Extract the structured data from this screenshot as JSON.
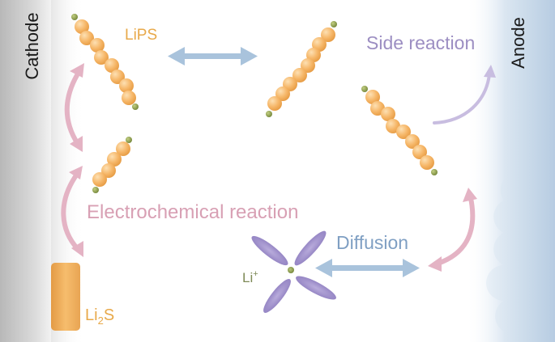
{
  "labels": {
    "cathode": "Cathode",
    "anode": "Anode",
    "lips": "LiPS",
    "side_reaction": "Side reaction",
    "electrochemical_reaction": "Electrochemical reaction",
    "diffusion": "Diffusion",
    "li_ion": "Li",
    "li_ion_charge": "+",
    "li2s_element": "Li",
    "li2s_subscript": "2",
    "li2s_suffix": "S"
  },
  "colors": {
    "electrode_gray": "#d9d9d9",
    "anode_blue": "#c8d9ea",
    "bead_orange": "#f5b56a",
    "terminal_green": "#8fa04a",
    "li2s_block": "#f0b060",
    "pink_arrow": "#e4b3c4",
    "blue_arrow": "#a9c3dc",
    "purple_arrow": "#c8bde0",
    "lithium_petal": "#9e8fc8"
  },
  "icons": [
    "polysulfide-chain-icon",
    "lithium-ion-icon",
    "double-arrow-icon",
    "curved-arrow-icon"
  ]
}
